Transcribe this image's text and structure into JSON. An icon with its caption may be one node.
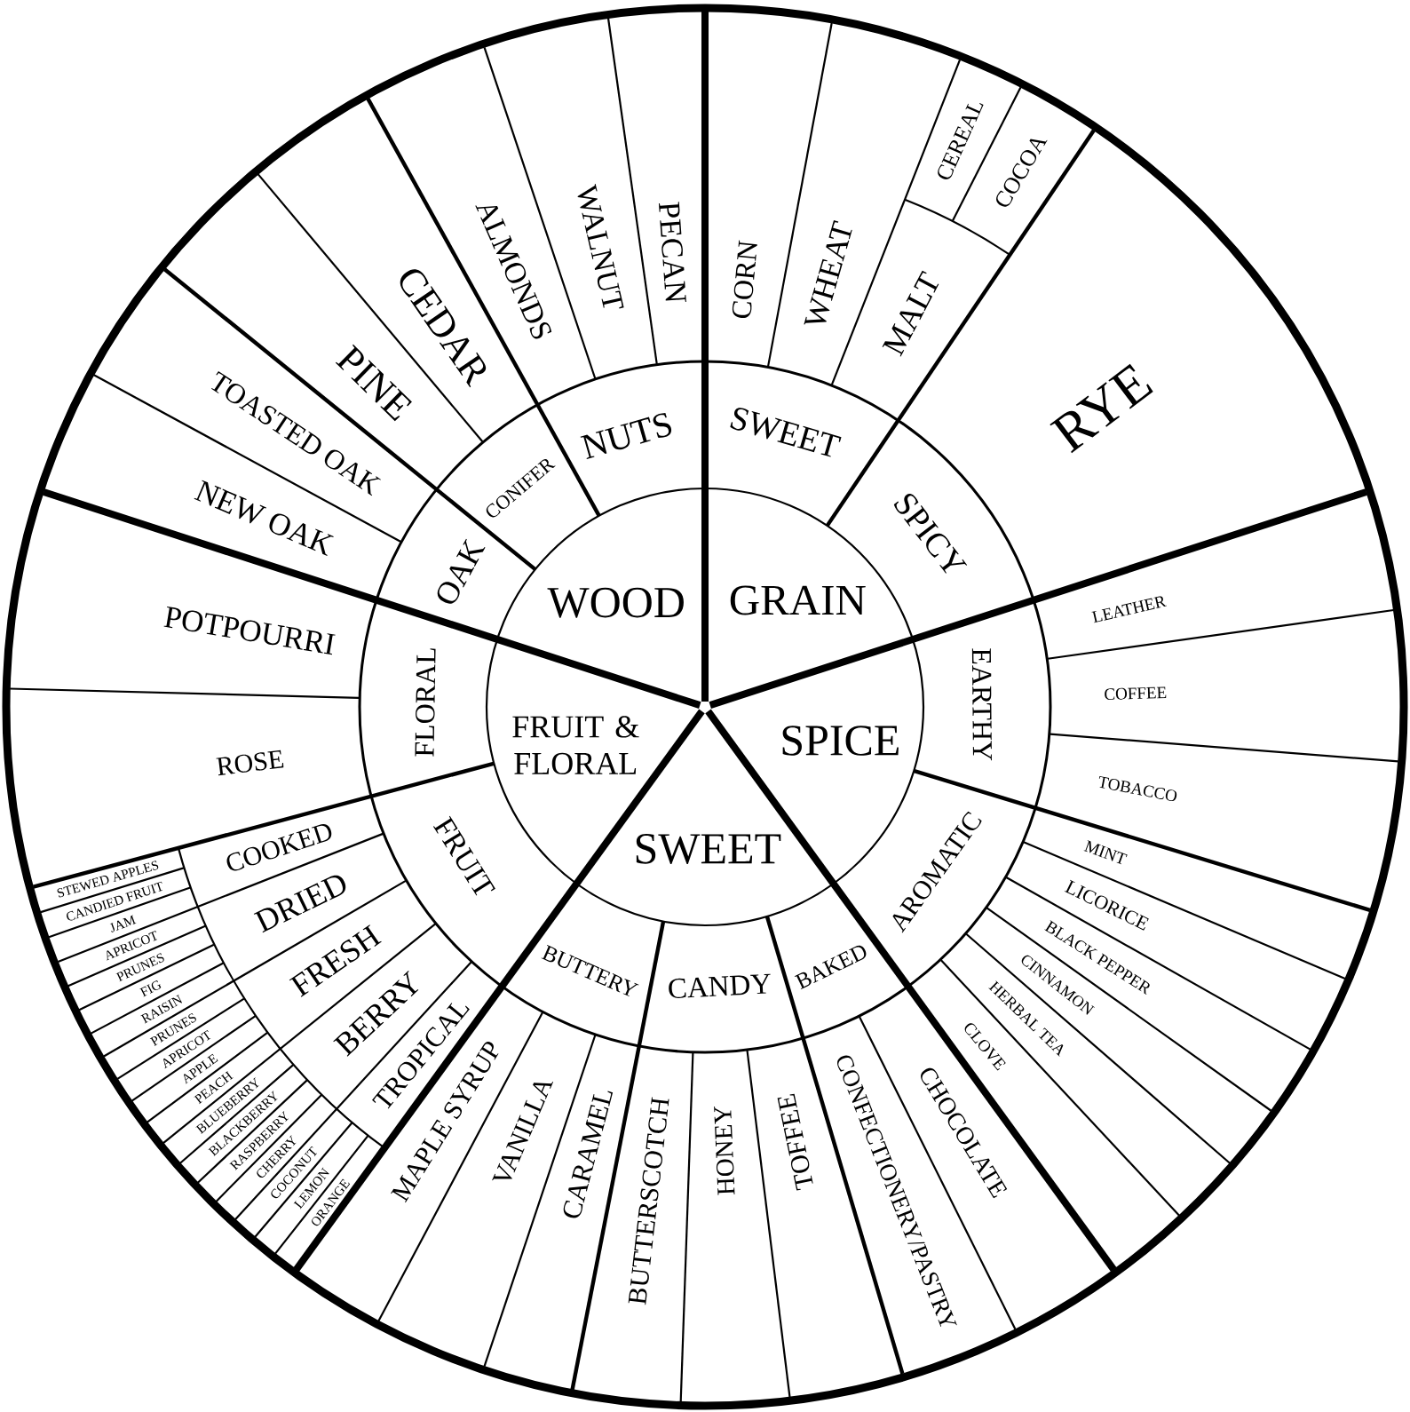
{
  "diagram": {
    "nodes": [
      {
        "text": [
          "WOOD"
        ]
      },
      {
        "text": [
          "NUTS"
        ]
      },
      {
        "text": [
          "PECAN"
        ]
      },
      {
        "text": [
          "WALNUT"
        ]
      },
      {
        "text": [
          "ALMONDS"
        ]
      },
      {
        "text": [
          "CONIFER"
        ]
      },
      {
        "text": [
          "CEDAR"
        ]
      },
      {
        "text": [
          "PINE"
        ]
      },
      {
        "text": [
          "OAK"
        ]
      },
      {
        "text": [
          "TOASTED OAK"
        ]
      },
      {
        "text": [
          "NEW OAK"
        ]
      },
      {
        "text": [
          "GRAIN"
        ]
      },
      {
        "text": [
          "SWEET"
        ]
      },
      {
        "text": [
          "CORN"
        ]
      },
      {
        "text": [
          "WHEAT"
        ]
      },
      {
        "text": [
          "MALT"
        ]
      },
      {
        "text": [
          "CEREAL"
        ]
      },
      {
        "text": [
          "COCOA"
        ]
      },
      {
        "text": [
          "SPICY"
        ]
      },
      {
        "text": [
          "RYE"
        ]
      },
      {
        "text": [
          "SPICE"
        ]
      },
      {
        "text": [
          "EARTHY"
        ]
      },
      {
        "text": [
          "LEATHER"
        ]
      },
      {
        "text": [
          "COFFEE"
        ]
      },
      {
        "text": [
          "TOBACCO"
        ]
      },
      {
        "text": [
          "AROMATIC"
        ]
      },
      {
        "text": [
          "MINT"
        ]
      },
      {
        "text": [
          "LICORICE"
        ]
      },
      {
        "text": [
          "BLACK PEPPER"
        ]
      },
      {
        "text": [
          "CINNAMON"
        ]
      },
      {
        "text": [
          "HERBAL TEA"
        ]
      },
      {
        "text": [
          "CLOVE"
        ]
      },
      {
        "text": [
          "SWEET"
        ]
      },
      {
        "text": [
          "BAKED"
        ]
      },
      {
        "text": [
          "CHOCOLATE"
        ]
      },
      {
        "text": [
          "CONFECTIONERY/PASTRY"
        ]
      },
      {
        "text": [
          "CANDY"
        ]
      },
      {
        "text": [
          "TOFFEE"
        ]
      },
      {
        "text": [
          "HONEY"
        ]
      },
      {
        "text": [
          "BUTTERSCOTCH"
        ]
      },
      {
        "text": [
          "BUTTERY"
        ]
      },
      {
        "text": [
          "CARAMEL"
        ]
      },
      {
        "text": [
          "VANILLA"
        ]
      },
      {
        "text": [
          "MAPLE SYRUP"
        ]
      },
      {
        "text": [
          "FRUIT & FLORAL"
        ]
      },
      {
        "text": [
          "FLORAL"
        ]
      },
      {
        "text": [
          "POTPOURRI"
        ]
      },
      {
        "text": [
          "ROSE"
        ]
      },
      {
        "text": [
          "FRUIT"
        ]
      },
      {
        "text": [
          "COOKED"
        ]
      },
      {
        "text": [
          "STEWED APPLES"
        ]
      },
      {
        "text": [
          "CANDIED FRUIT"
        ]
      },
      {
        "text": [
          "JAM"
        ]
      },
      {
        "text": [
          "DRIED"
        ]
      },
      {
        "text": [
          "APRICOT"
        ]
      },
      {
        "text": [
          "PRUNES"
        ]
      },
      {
        "text": [
          "FIG"
        ]
      },
      {
        "text": [
          "RAISIN"
        ]
      },
      {
        "text": [
          "FRESH"
        ]
      },
      {
        "text": [
          "PRUNES"
        ]
      },
      {
        "text": [
          "APRICOT"
        ]
      },
      {
        "text": [
          "APPLE"
        ]
      },
      {
        "text": [
          "PEACH"
        ]
      },
      {
        "text": [
          "BERRY"
        ]
      },
      {
        "text": [
          "BLUEBERRY"
        ]
      },
      {
        "text": [
          "BLACKBERRY"
        ]
      },
      {
        "text": [
          "RASPBERRY"
        ]
      },
      {
        "text": [
          "CHERRY"
        ]
      },
      {
        "text": [
          "TROPICAL"
        ]
      },
      {
        "text": [
          "COCONUT"
        ]
      },
      {
        "text": [
          "LEMON"
        ]
      },
      {
        "text": [
          "ORANGE"
        ]
      }
    ]
  }
}
